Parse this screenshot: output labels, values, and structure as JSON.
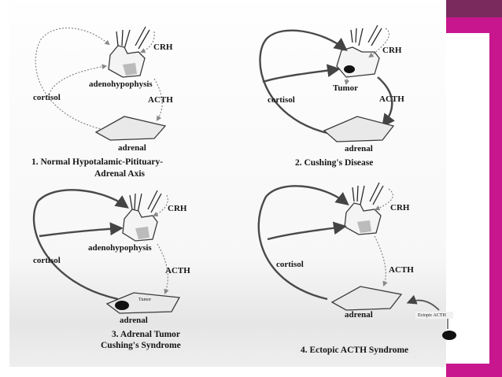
{
  "panels": [
    {
      "crh": "CRH",
      "gland": "adenohypophysis",
      "cortisol": "cortisol",
      "acth": "ACTH",
      "adrenal": "adrenal",
      "caption_1": "1. Normal Hypotalamic-Pitituary-",
      "caption_2": "Adrenal Axis"
    },
    {
      "crh": "CRH",
      "tumor": "Tumor",
      "cortisol": "cortisol",
      "acth": "ACTH",
      "adrenal": "adrenal",
      "caption_1": "2. Cushing's Disease"
    },
    {
      "crh": "CRH",
      "gland": "adenohypophysis",
      "cortisol": "cortisol",
      "acth": "ACTH",
      "tumor": "Tumor",
      "adrenal": "adrenal",
      "caption_1": "3. Adrenal Tumor",
      "caption_2": "Cushing's Syndrome"
    },
    {
      "crh": "CRH",
      "cortisol": "cortisol",
      "acth": "ACTH",
      "adrenal": "adrenal",
      "ectopic": "Ectopic ACTH",
      "caption_1": "4. Ectopic ACTH Syndrome"
    }
  ],
  "colors": {
    "accent_magenta": "#c8168e",
    "accent_plum": "#7a2a5c"
  }
}
